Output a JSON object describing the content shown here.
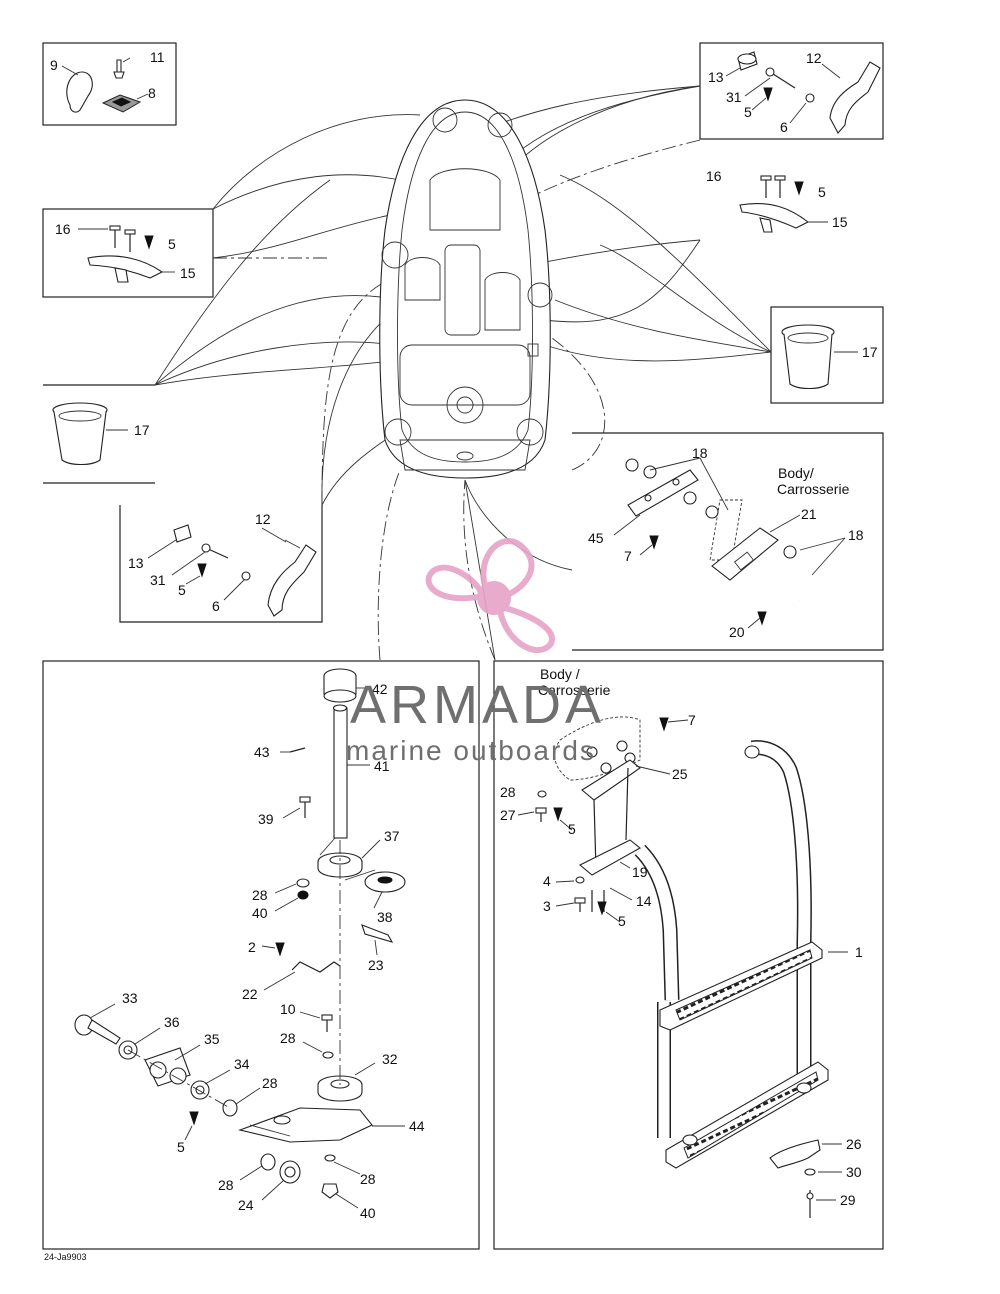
{
  "diagram_code": "24-Ja9903",
  "watermark": {
    "brand": "ARMADA",
    "tagline": "marine outboards",
    "color": "#e7a3c6"
  },
  "body_labels": {
    "top_line1": "Body/",
    "top_line2": "Carrosserie",
    "bottom_line1": "Body /",
    "bottom_line2": "Carrosserie"
  },
  "callouts": {
    "box_tl": [
      "9",
      "11",
      "8"
    ],
    "box_tr": [
      "13",
      "12",
      "31",
      "5",
      "6"
    ],
    "group_16_right": [
      "16",
      "5",
      "15"
    ],
    "box_left_cleat": [
      "16",
      "5",
      "15"
    ],
    "box_right_cup": [
      "17"
    ],
    "left_cup": [
      "17"
    ],
    "box_mid_left": [
      "12",
      "13",
      "31",
      "5",
      "6"
    ],
    "box_bracket": [
      "18",
      "45",
      "7",
      "21",
      "18",
      "20"
    ],
    "pole": [
      "42",
      "43",
      "41",
      "39",
      "37",
      "28",
      "40",
      "38",
      "2",
      "23",
      "22",
      "10",
      "28",
      "32",
      "33",
      "36",
      "35",
      "34",
      "28",
      "5",
      "44",
      "28",
      "24",
      "28",
      "40"
    ],
    "ladder": [
      "7",
      "28",
      "27",
      "5",
      "25",
      "4",
      "19",
      "3",
      "14",
      "5",
      "1",
      "26",
      "30",
      "29"
    ]
  }
}
